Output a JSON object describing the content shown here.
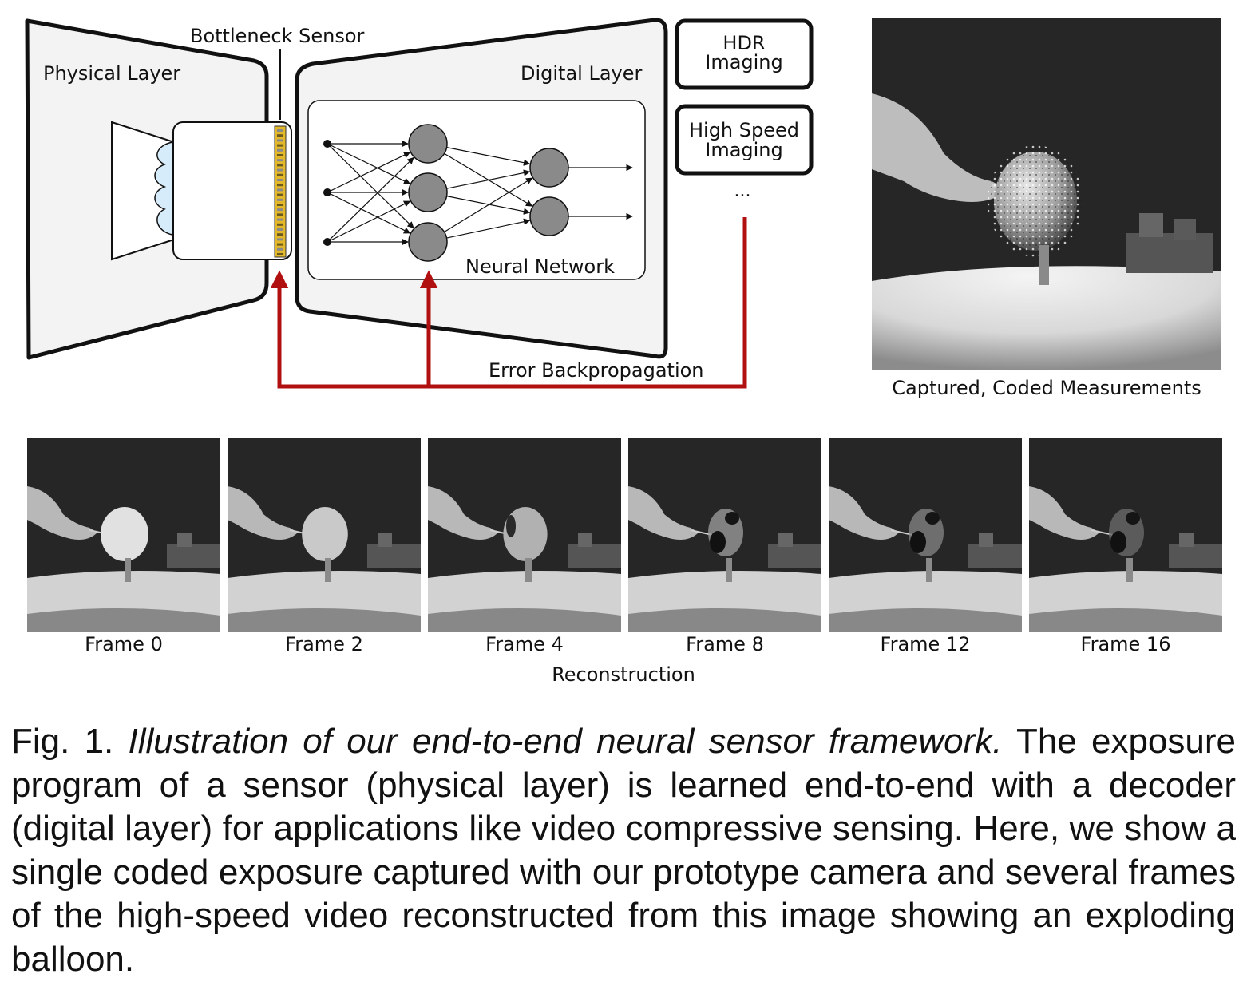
{
  "diagram": {
    "physical_layer_label": "Physical Layer",
    "bottleneck_label": "Bottleneck Sensor",
    "digital_layer_label": "Digital Layer",
    "neural_network_label": "Neural Network",
    "hdr_label_line1": "HDR",
    "hdr_label_line2": "Imaging",
    "high_speed_label_line1": "High Speed",
    "high_speed_label_line2": "Imaging",
    "ellipsis": "...",
    "error_label": "Error Backpropagation",
    "colors": {
      "arrow_red": "#b01010",
      "neuron_gray": "#8a8a8a",
      "lens_blue": "#d6ecfa",
      "sensor_yellow": "#e3b92a"
    }
  },
  "captured": {
    "label": "Captured, Coded Measurements"
  },
  "reconstruction": {
    "label": "Reconstruction",
    "frames": [
      "Frame 0",
      "Frame 2",
      "Frame 4",
      "Frame 8",
      "Frame 12",
      "Frame 16"
    ]
  },
  "caption": {
    "prefix": "Fig. 1.",
    "title": "Illustration of our end-to-end neural sensor framework.",
    "body": "The exposure program of a sensor (physical layer) is learned end-to-end with a decoder (digital layer) for applications like video compressive sensing. Here, we show a single coded exposure captured with our prototype camera and several frames of the high-speed video reconstructed from this image showing an exploding balloon."
  }
}
